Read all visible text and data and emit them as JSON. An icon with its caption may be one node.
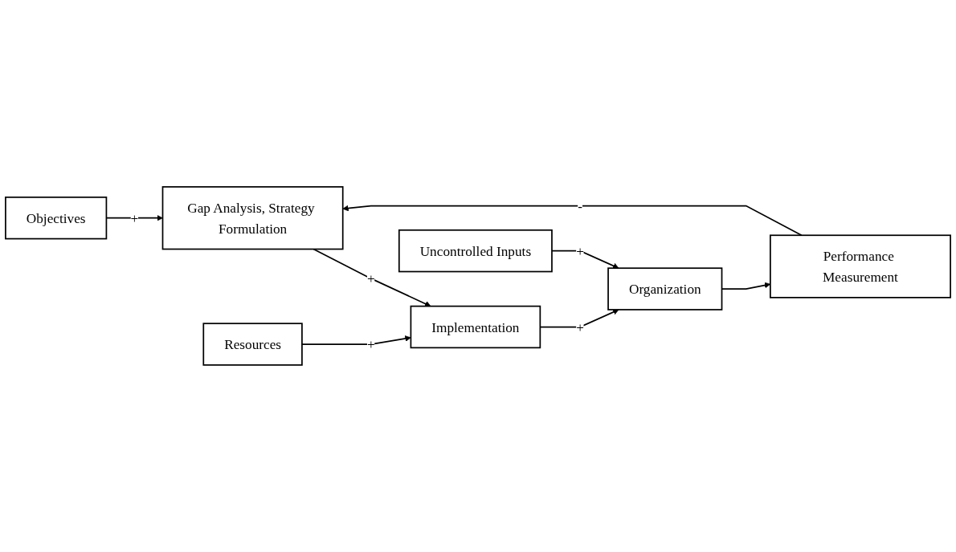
{
  "diagram": {
    "nodes": [
      {
        "text": [
          "Objectives"
        ]
      },
      {
        "text": [
          "Gap Analysis, Strategy Formulation"
        ]
      },
      {
        "text": [
          "Resources"
        ]
      },
      {
        "text": [
          "Implementation"
        ]
      },
      {
        "text": [
          "Uncontrolled Inputs"
        ]
      },
      {
        "text": [
          "Organization"
        ]
      },
      {
        "text": [
          "Performance Measurement"
        ]
      }
    ],
    "edges": [
      {
        "from": 0,
        "to": 1,
        "arrow": "to",
        "label": "+"
      },
      {
        "from": 1,
        "to": 3,
        "arrow": "to",
        "label": "+"
      },
      {
        "from": 2,
        "to": 3,
        "arrow": "to",
        "label": "+"
      },
      {
        "from": 3,
        "to": 5,
        "arrow": "to",
        "label": "+"
      },
      {
        "from": 4,
        "to": 5,
        "arrow": "to",
        "label": "+"
      },
      {
        "from": 5,
        "to": 6,
        "arrow": "to"
      },
      {
        "from": 6,
        "to": 1,
        "arrow": "to",
        "label": "-"
      }
    ]
  }
}
